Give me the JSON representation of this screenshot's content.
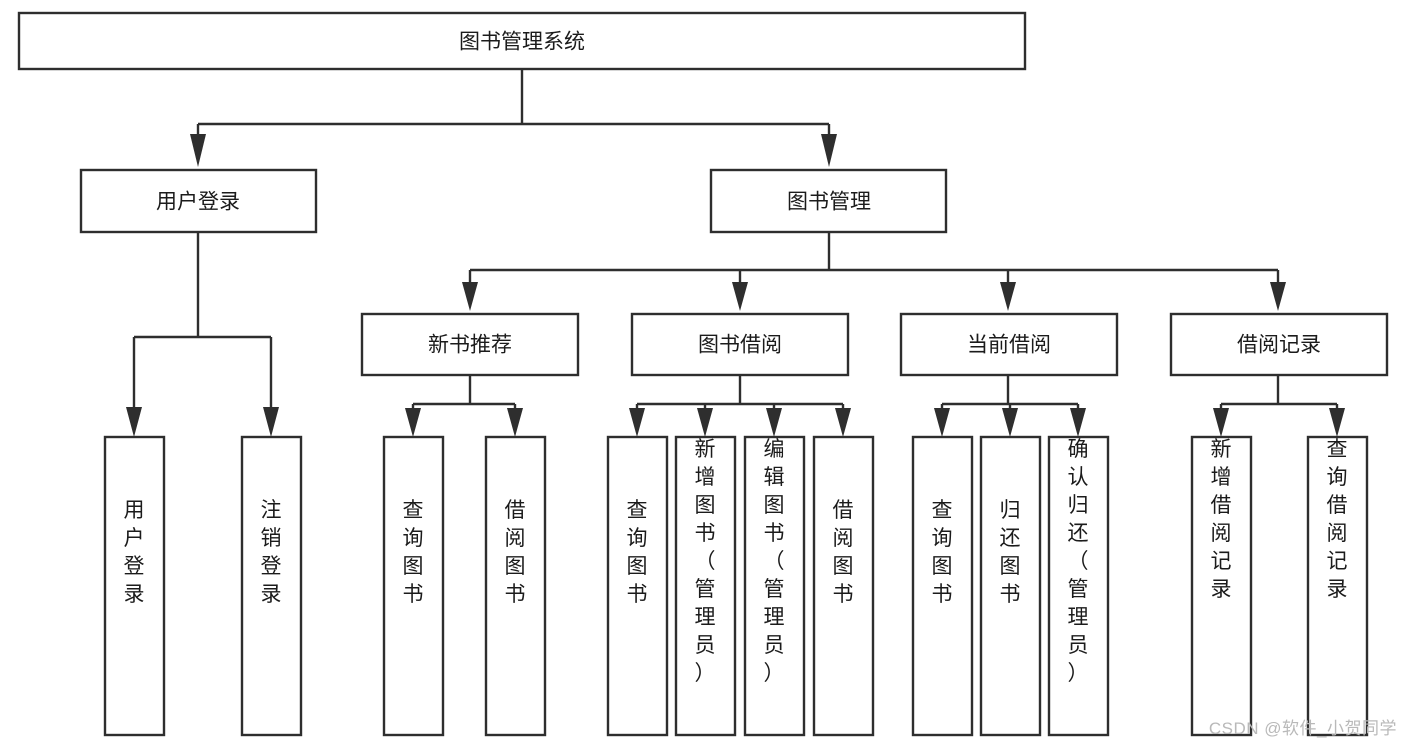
{
  "diagram": {
    "title": "图书管理系统",
    "type": "tree-hierarchy-chart",
    "watermark": "CSDN @软件_小贺同学",
    "colors": {
      "stroke": "#2e2e2e",
      "fill": "#ffffff",
      "text": "#1b1b1b",
      "watermark": "#b9b9b9",
      "background": "#ffffff"
    },
    "nodes": {
      "root": {
        "label": "图书管理系统",
        "orientation": "horizontal",
        "level": 1
      },
      "l2_0": {
        "label": "用户登录",
        "orientation": "horizontal",
        "level": 2
      },
      "l2_1": {
        "label": "图书管理",
        "orientation": "horizontal",
        "level": 2
      },
      "l3_0": {
        "label": "新书推荐",
        "orientation": "horizontal",
        "level": 3
      },
      "l3_1": {
        "label": "图书借阅",
        "orientation": "horizontal",
        "level": 3
      },
      "l3_2": {
        "label": "当前借阅",
        "orientation": "horizontal",
        "level": 3
      },
      "l3_3": {
        "label": "借阅记录",
        "orientation": "horizontal",
        "level": 3
      },
      "leaf_0": {
        "label": "用户登录",
        "orientation": "vertical",
        "level": 4
      },
      "leaf_1": {
        "label": "注销登录",
        "orientation": "vertical",
        "level": 4
      },
      "leaf_2": {
        "label": "查询图书",
        "orientation": "vertical",
        "level": 4
      },
      "leaf_3": {
        "label": "借阅图书",
        "orientation": "vertical",
        "level": 4
      },
      "leaf_4": {
        "label": "查询图书",
        "orientation": "vertical",
        "level": 4
      },
      "leaf_5": {
        "label": "新增图书（管理员）",
        "orientation": "vertical",
        "level": 4
      },
      "leaf_6": {
        "label": "编辑图书（管理员）",
        "orientation": "vertical",
        "level": 4
      },
      "leaf_7": {
        "label": "借阅图书",
        "orientation": "vertical",
        "level": 4
      },
      "leaf_8": {
        "label": "查询图书",
        "orientation": "vertical",
        "level": 4
      },
      "leaf_9": {
        "label": "归还图书",
        "orientation": "vertical",
        "level": 4
      },
      "leaf_10": {
        "label": "确认归还（管理员）",
        "orientation": "vertical",
        "level": 4
      },
      "leaf_11": {
        "label": "新增借阅记录",
        "orientation": "vertical",
        "level": 4
      },
      "leaf_12": {
        "label": "查询借阅记录",
        "orientation": "vertical",
        "level": 4
      }
    },
    "edges": [
      {
        "from": "root",
        "to": "l2_0"
      },
      {
        "from": "root",
        "to": "l2_1"
      },
      {
        "from": "l2_1",
        "to": "l3_0"
      },
      {
        "from": "l2_1",
        "to": "l3_1"
      },
      {
        "from": "l2_1",
        "to": "l3_2"
      },
      {
        "from": "l2_1",
        "to": "l3_3"
      },
      {
        "from": "l2_0",
        "to": "leaf_0"
      },
      {
        "from": "l2_0",
        "to": "leaf_1"
      },
      {
        "from": "l3_0",
        "to": "leaf_2"
      },
      {
        "from": "l3_0",
        "to": "leaf_3"
      },
      {
        "from": "l3_1",
        "to": "leaf_4"
      },
      {
        "from": "l3_1",
        "to": "leaf_5"
      },
      {
        "from": "l3_1",
        "to": "leaf_6"
      },
      {
        "from": "l3_1",
        "to": "leaf_7"
      },
      {
        "from": "l3_2",
        "to": "leaf_8"
      },
      {
        "from": "l3_2",
        "to": "leaf_9"
      },
      {
        "from": "l3_2",
        "to": "leaf_10"
      },
      {
        "from": "l3_3",
        "to": "leaf_11"
      },
      {
        "from": "l3_3",
        "to": "leaf_12"
      }
    ]
  }
}
